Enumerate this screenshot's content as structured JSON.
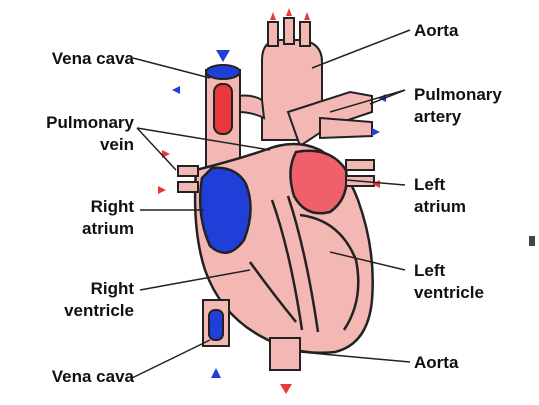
{
  "labels": {
    "vena_cava_top": "Vena cava",
    "pulmonary_vein_line1": "Pulmonary",
    "pulmonary_vein_line2": "vein",
    "right_atrium_line1": "Right",
    "right_atrium_line2": "atrium",
    "right_ventricle_line1": "Right",
    "right_ventricle_line2": "ventricle",
    "vena_cava_bottom": "Vena cava",
    "aorta_top": "Aorta",
    "pulmonary_artery_line1": "Pulmonary",
    "pulmonary_artery_line2": "artery",
    "left_atrium_line1": "Left",
    "left_atrium_line2": "atrium",
    "left_ventricle_line1": "Left",
    "left_ventricle_line2": "ventricle",
    "aorta_bottom": "Aorta"
  },
  "colors": {
    "oxygenated_blood": "#e8383c",
    "deoxygenated_blood": "#1f3fd8",
    "heart_tissue": "#f4b8b4",
    "outline": "#222222"
  }
}
